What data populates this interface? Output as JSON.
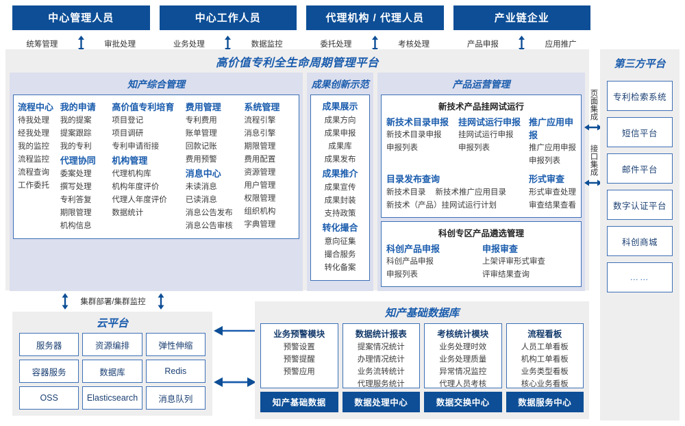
{
  "roles": [
    {
      "title": "中心管理人员",
      "left": "统筹管理",
      "right": "审批处理"
    },
    {
      "title": "中心工作人员",
      "left": "业务处理",
      "right": "数据监控"
    },
    {
      "title": "代理机构 / 代理人员",
      "left": "委托处理",
      "right": "考核处理"
    },
    {
      "title": "产业链企业",
      "left": "产品申报",
      "right": "应用推广"
    }
  ],
  "platform": {
    "title": "高价值专利全生命周期管理平台",
    "groups": {
      "zcz": {
        "title": "知产综合管理",
        "columns": [
          {
            "blocks": [
              {
                "head": "流程中心",
                "items": [
                  "待我处理",
                  "经我处理",
                  "我的监控",
                  "流程监控",
                  "流程查询",
                  "工作委托"
                ]
              }
            ]
          },
          {
            "blocks": [
              {
                "head": "我的申请",
                "items": [
                  "我的提案",
                  "提案跟踪",
                  "我的专利"
                ]
              },
              {
                "head": "代理协同",
                "items": [
                  "委案处理",
                  "撰写处理",
                  "专利答复",
                  "期限管理",
                  "机构信息"
                ]
              }
            ]
          },
          {
            "blocks": [
              {
                "head": "高价值专利培育",
                "items": [
                  "项目登记",
                  "项目调研",
                  "专利申请衔接"
                ]
              },
              {
                "head": "机构管理",
                "items": [
                  "代理机构库",
                  "机构年度评价",
                  "代理人年度评价",
                  "数据统计"
                ]
              }
            ]
          },
          {
            "blocks": [
              {
                "head": "费用管理",
                "items": [
                  "专利费用",
                  "账单管理",
                  "回款记账",
                  "费用预警"
                ]
              },
              {
                "head": "消息中心",
                "items": [
                  "未读消息",
                  "已读消息",
                  "消息公告发布",
                  "消息公告审核"
                ]
              }
            ]
          },
          {
            "blocks": [
              {
                "head": "系统管理",
                "items": [
                  "流程引擎",
                  "消息引擎",
                  "期限管理",
                  "费用配置",
                  "资源管理",
                  "用户管理",
                  "权限管理",
                  "组织机构",
                  "字典管理"
                ]
              }
            ]
          }
        ]
      },
      "cgcx": {
        "title": "成果创新示范",
        "blocks": [
          {
            "head": "成果展示",
            "items": [
              "成果方向",
              "成果申报",
              "成果库",
              "成果发布"
            ]
          },
          {
            "head": "成果推介",
            "items": [
              "成果宣传",
              "成果封装",
              "支持政策"
            ]
          },
          {
            "head": "转化撮合",
            "items": [
              "意向征集",
              "撮合服务",
              "转化备案"
            ]
          }
        ]
      },
      "cpyy": {
        "title": "产品运营管理",
        "sub1": {
          "title": "新技术产品挂网试运行",
          "columns": [
            {
              "head": "新技术目录申报",
              "items": [
                "新技术目录申报",
                "申报列表"
              ]
            },
            {
              "head": "挂网试运行申报",
              "items": [
                "挂网试运行申报",
                "申报列表"
              ]
            },
            {
              "head": "推广应用申报",
              "items": [
                "推广应用申报",
                "申报列表"
              ]
            }
          ],
          "row2_left_head": "目录发布查询",
          "row2_left_inline": [
            "新技术目录",
            "新技术推广应用目录"
          ],
          "row2_left_line2": "新技术（产品）挂网试运行计划",
          "row2_right_head": "形式审查",
          "row2_right_items": [
            "形式审查处理",
            "审查结果查看"
          ]
        },
        "sub2": {
          "title": "科创专区产品遴选管理",
          "columns": [
            {
              "head": "科创产品申报",
              "items": [
                "科创产品申报",
                "申报列表"
              ]
            },
            {
              "head": "申报审查",
              "items": [
                "上架评审形式审查",
                "评审结果查询"
              ]
            }
          ]
        }
      }
    }
  },
  "integration": [
    {
      "label": "页面集成"
    },
    {
      "label": "接口集成"
    }
  ],
  "third_party": {
    "title": "第三方平台",
    "items": [
      "专利检索系统",
      "短信平台",
      "邮件平台",
      "数字认证平台",
      "科创商城",
      "……"
    ]
  },
  "cluster_label": "集群部署/集群监控",
  "cloud": {
    "title": "云平台",
    "cells": [
      "服务器",
      "资源编排",
      "弹性伸缩",
      "容器服务",
      "数据库",
      "Redis",
      "OSS",
      "Elasticsearch",
      "消息队列"
    ]
  },
  "database": {
    "title": "知产基础数据库",
    "columns": [
      {
        "head": "业务预警模块",
        "items": [
          "预警设置",
          "预警提醒",
          "预警应用"
        ],
        "foot": "知产基础数据"
      },
      {
        "head": "数据统计报表",
        "items": [
          "提案情况统计",
          "办理情况统计",
          "业务流转统计",
          "代理服务统计"
        ],
        "foot": "数据处理中心"
      },
      {
        "head": "考核统计模块",
        "items": [
          "业务处理时效",
          "业务处理质量",
          "异常情况监控",
          "代理人员考核"
        ],
        "foot": "数据交换中心"
      },
      {
        "head": "流程看板",
        "items": [
          "人员工单看板",
          "机构工单看板",
          "业务类型看板",
          "核心业务看板"
        ],
        "foot": "数据服务中心"
      }
    ]
  },
  "colors": {
    "header_blue": "#0d4e96",
    "accent_blue": "#1a5cad",
    "border_blue": "#3a6fb5",
    "panel_bg": "#dcdfee",
    "frame_bg": "#efeeee"
  }
}
